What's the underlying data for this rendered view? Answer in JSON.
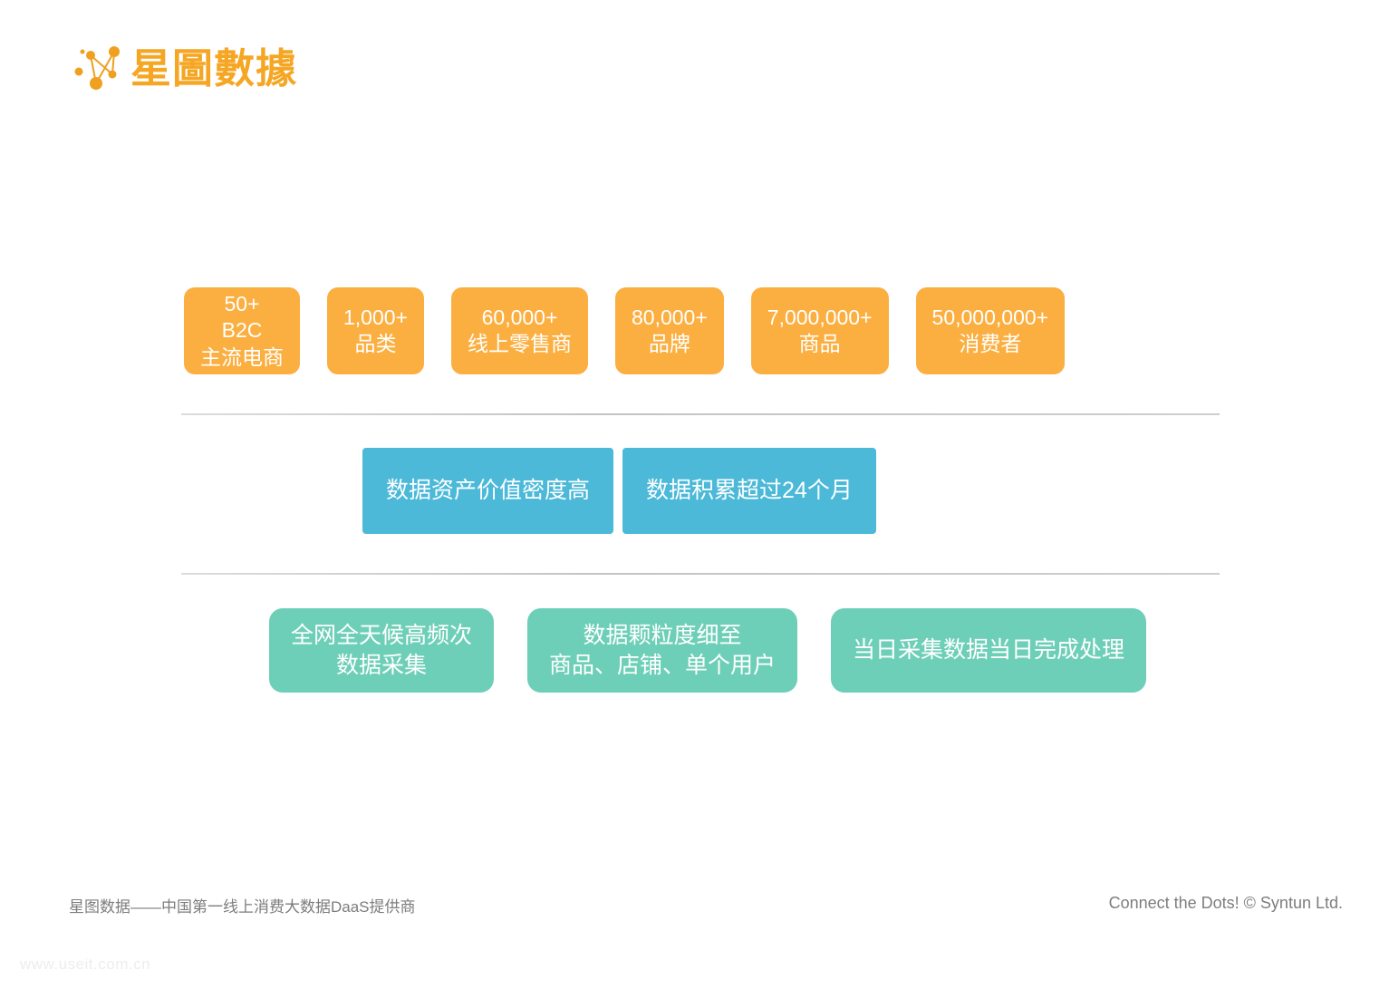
{
  "brand": {
    "logo_text": "星圖數據",
    "logo_icon": "constellation-dots-icon",
    "accent_color": "#F5A623"
  },
  "colors": {
    "stat_card": "#FBAF41",
    "blue_card": "#4CB9D9",
    "green_card": "#6ECFB8",
    "divider": "#c9c9c9",
    "footer_text": "#7d7d7d",
    "watermark": "#ededed"
  },
  "stats": [
    {
      "value": "50+",
      "sub": "B2C",
      "label": "主流电商"
    },
    {
      "value": "1,000+",
      "sub": "",
      "label": "品类"
    },
    {
      "value": "60,000+",
      "sub": "",
      "label": "线上零售商"
    },
    {
      "value": "80,000+",
      "sub": "",
      "label": "品牌"
    },
    {
      "value": "7,000,000+",
      "sub": "",
      "label": "商品"
    },
    {
      "value": "50,000,000+",
      "sub": "",
      "label": "消费者"
    }
  ],
  "blue_features": [
    {
      "line1": "数据资产价值密度高",
      "line2": ""
    },
    {
      "line1": "数据积累超过24个月",
      "line2": ""
    }
  ],
  "green_features": [
    {
      "line1": "全网全天候高频次",
      "line2": "数据采集"
    },
    {
      "line1": "数据颗粒度细至",
      "line2": "商品、店铺、单个用户"
    },
    {
      "line1": "当日采集数据当日完成处理",
      "line2": ""
    }
  ],
  "footer": {
    "left": "星图数据——中国第一线上消费大数据DaaS提供商",
    "right": "Connect the Dots! © Syntun Ltd.",
    "watermark": "www.useit.com.cn"
  }
}
